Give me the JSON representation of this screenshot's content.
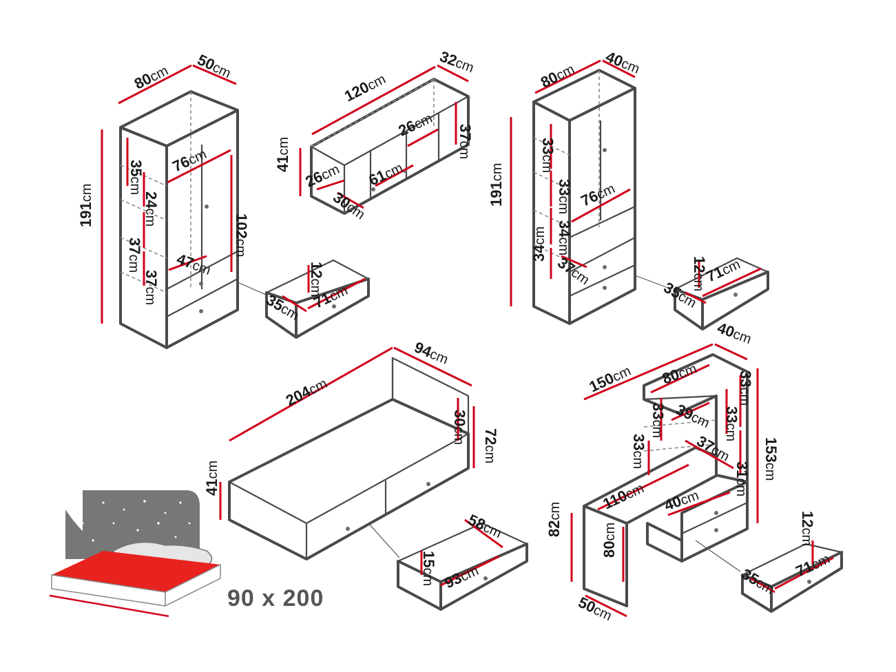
{
  "colors": {
    "accent": "#d0021b",
    "outline": "#4a4a4a",
    "mattress": "#e8231f",
    "sky": "#777777"
  },
  "bed_size_label": "90 x 200",
  "unit": "cm",
  "dimensions": {
    "wardrobe_width": "80",
    "wardrobe_depth": "50",
    "wardrobe_height": "191",
    "wardrobe_inner_width": "76",
    "wardrobe_shelf_35": "35",
    "wardrobe_shelf_24": "24",
    "wardrobe_shelf_37a": "37",
    "wardrobe_shelf_37b": "37",
    "wardrobe_hang_102": "102",
    "wardrobe_drawer_inner_47": "47",
    "drawer1_height": "12",
    "drawer1_depth": "35",
    "drawer1_width": "71",
    "wall_width": "120",
    "wall_depth": "32",
    "wall_height_41": "41",
    "wall_height_37": "37",
    "wall_inner_26a": "26",
    "wall_inner_26b": "26",
    "wall_inner_61": "61",
    "wall_depth_30": "30",
    "shelf_width": "80",
    "shelf_depth": "40",
    "shelf_height": "191",
    "shelf_33a": "33",
    "shelf_33b": "33",
    "shelf_34a": "34",
    "shelf_34b": "34",
    "shelf_inner_76": "76",
    "shelf_inner_37": "37",
    "drawer2_height": "12",
    "drawer2_depth": "35",
    "drawer2_width": "71",
    "bed_length": "204",
    "bed_width": "94",
    "bed_head_30": "30",
    "bed_head_72": "72",
    "bed_height_41": "41",
    "bed_drawer_58": "58",
    "bed_drawer_15": "15",
    "bed_drawer_93": "93",
    "desk_width": "150",
    "desk_depth": "40",
    "desk_top_80": "80",
    "desk_33a": "33",
    "desk_33b": "33",
    "desk_33c": "33",
    "desk_33d": "33",
    "desk_39": "39",
    "desk_37": "37",
    "desk_153": "153",
    "desk_31": "31",
    "desk_110": "110",
    "desk_40": "40",
    "desk_82": "82",
    "desk_leg_80": "80",
    "desk_50": "50",
    "drawer3_height": "12",
    "drawer3_depth": "35",
    "drawer3_width": "71"
  }
}
